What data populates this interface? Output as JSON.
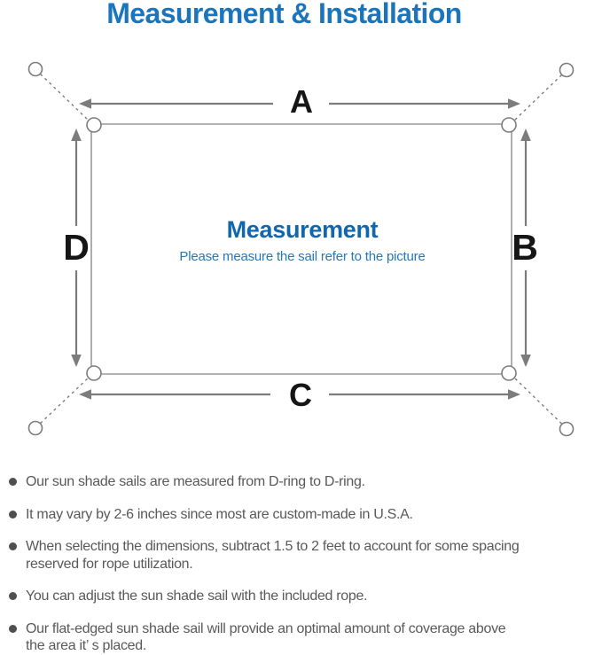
{
  "page": {
    "title": "Measurement & Installation"
  },
  "diagram": {
    "center_title": "Measurement",
    "center_subtitle": "Please measure the sail refer to the picture",
    "dimension_labels": {
      "top": "A",
      "right": "B",
      "bottom": "C",
      "left": "D"
    }
  },
  "notes": [
    "Our sun shade sails are measured from D-ring to D-ring.",
    "It may vary by 2-6 inches since most are custom-made in U.S.A.",
    "When selecting the dimensions, subtract 1.5 to 2 feet to account for some spacing\nreserved for rope utilization.",
    "You can adjust the sun shade sail with the included rope.",
    "Our flat-edged sun shade sail will provide an optimal amount of coverage above\nthe area it’ s placed."
  ],
  "colors": {
    "title_blue": "#1a75bc",
    "center_title_blue": "#1067ae",
    "center_subtitle_blue": "#2478bb",
    "diagram_line_gray": "#7c7c7c",
    "sail_border_gray": "#999999",
    "dimension_label_black": "#161616",
    "note_text_gray": "#595959"
  }
}
